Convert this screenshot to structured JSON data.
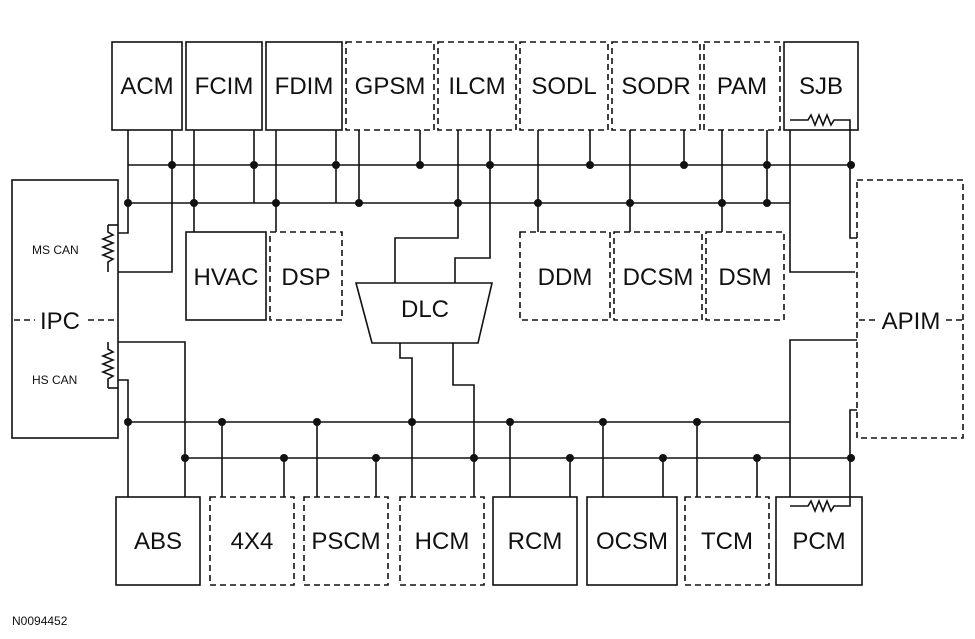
{
  "figure_id": "N0094452",
  "ipc": {
    "label": "IPC",
    "ms_can": "MS CAN",
    "hs_can": "HS CAN"
  },
  "apim": {
    "label": "APIM"
  },
  "dlc": {
    "label": "DLC"
  },
  "top_modules": [
    {
      "id": "acm",
      "label": "ACM",
      "dashed": false
    },
    {
      "id": "fcim",
      "label": "FCIM",
      "dashed": false
    },
    {
      "id": "fdim",
      "label": "FDIM",
      "dashed": false
    },
    {
      "id": "gpsm",
      "label": "GPSM",
      "dashed": true
    },
    {
      "id": "ilcm",
      "label": "ILCM",
      "dashed": true
    },
    {
      "id": "sodl",
      "label": "SODL",
      "dashed": true
    },
    {
      "id": "sodr",
      "label": "SODR",
      "dashed": true
    },
    {
      "id": "pam",
      "label": "PAM",
      "dashed": true
    },
    {
      "id": "sjb",
      "label": "SJB",
      "dashed": false
    }
  ],
  "mid_modules": [
    {
      "id": "hvac",
      "label": "HVAC",
      "dashed": false
    },
    {
      "id": "dsp",
      "label": "DSP",
      "dashed": true
    },
    {
      "id": "ddm",
      "label": "DDM",
      "dashed": true
    },
    {
      "id": "dcsm",
      "label": "DCSM",
      "dashed": true
    },
    {
      "id": "dsm",
      "label": "DSM",
      "dashed": true
    }
  ],
  "bottom_modules": [
    {
      "id": "abs",
      "label": "ABS",
      "dashed": false
    },
    {
      "id": "4x4",
      "label": "4X4",
      "dashed": true
    },
    {
      "id": "pscm",
      "label": "PSCM",
      "dashed": true
    },
    {
      "id": "hcm",
      "label": "HCM",
      "dashed": true
    },
    {
      "id": "rcm",
      "label": "RCM",
      "dashed": false
    },
    {
      "id": "ocsm",
      "label": "OCSM",
      "dashed": false
    },
    {
      "id": "tcm",
      "label": "TCM",
      "dashed": true
    },
    {
      "id": "pcm",
      "label": "PCM",
      "dashed": false
    }
  ]
}
